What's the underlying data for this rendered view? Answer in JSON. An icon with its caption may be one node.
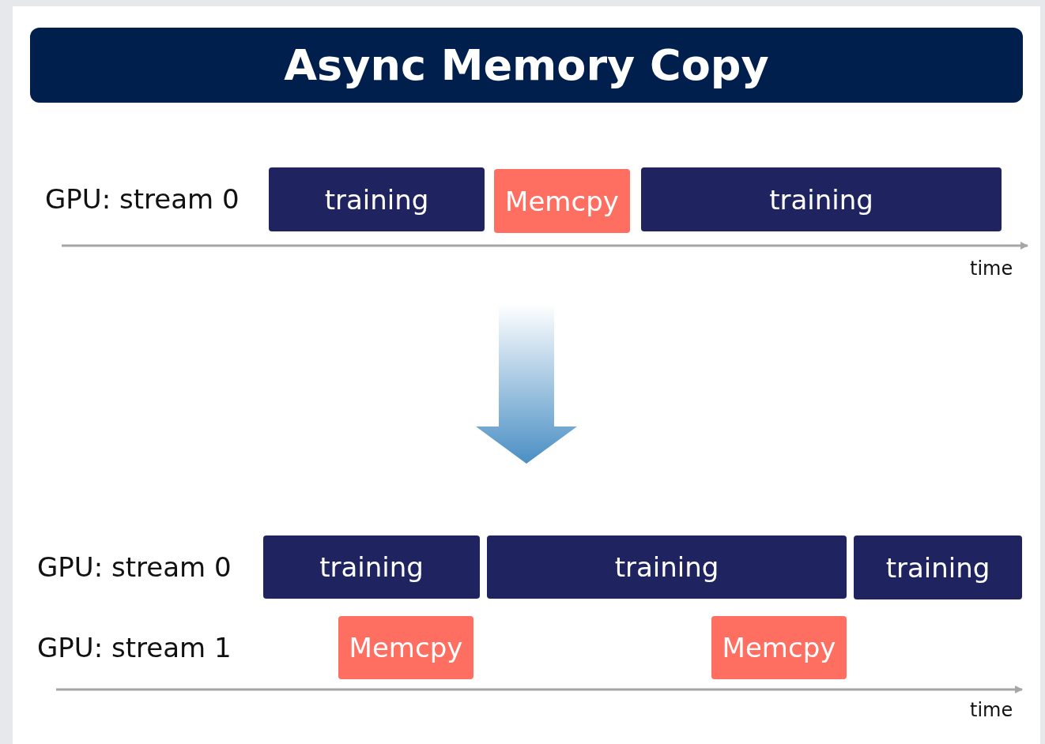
{
  "diagram": {
    "title": "Async Memory Copy",
    "nodes": [
      {
        "text": [
          "training"
        ]
      },
      {
        "text": [
          "Memcpy"
        ]
      },
      {
        "text": [
          "training"
        ]
      },
      {
        "text": [
          "training"
        ]
      },
      {
        "text": [
          "training"
        ]
      },
      {
        "text": [
          "training"
        ]
      },
      {
        "text": [
          "Memcpy"
        ]
      },
      {
        "text": [
          "Memcpy"
        ]
      }
    ],
    "edges": [],
    "labels": [
      "GPU: stream 0",
      "time",
      "GPU: stream 0",
      "GPU: stream 1",
      "time"
    ]
  }
}
